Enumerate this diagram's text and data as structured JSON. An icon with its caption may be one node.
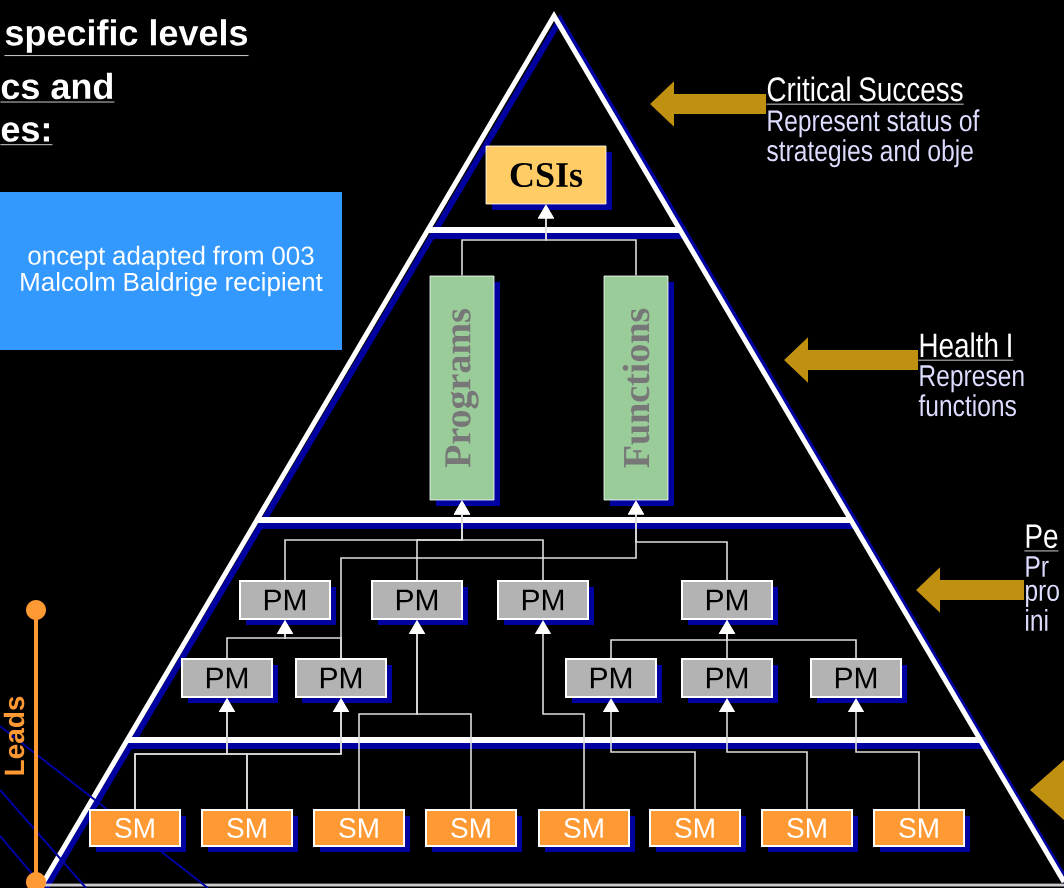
{
  "diagram": {
    "nodes": [
      {
        "text": [
          "oncept adapted from 003 Malcolm Baldrige recipient"
        ]
      },
      {
        "text": [
          "CSIs"
        ]
      },
      {
        "text": [
          "Programs"
        ]
      },
      {
        "text": [
          "Functions"
        ]
      },
      {
        "text": [
          "PM"
        ]
      },
      {
        "text": [
          "PM"
        ]
      },
      {
        "text": [
          "PM"
        ]
      },
      {
        "text": [
          "PM"
        ]
      },
      {
        "text": [
          "PM"
        ]
      },
      {
        "text": [
          "PM"
        ]
      },
      {
        "text": [
          "PM"
        ]
      },
      {
        "text": [
          "PM"
        ]
      },
      {
        "text": [
          "PM"
        ]
      },
      {
        "text": [
          "SM"
        ]
      },
      {
        "text": [
          "SM"
        ]
      },
      {
        "text": [
          "SM"
        ]
      },
      {
        "text": [
          "SM"
        ]
      },
      {
        "text": [
          "SM"
        ]
      },
      {
        "text": [
          "SM"
        ]
      },
      {
        "text": [
          "SM"
        ]
      },
      {
        "text": [
          "SM"
        ]
      },
      {
        "text": [
          "Critical Success",
          "Represent status of strategies and obje"
        ]
      },
      {
        "text": [
          "Health I",
          "Represen functions"
        ]
      },
      {
        "text": [
          "Pe",
          "Pr pro ini"
        ]
      }
    ],
    "edges": [
      {
        "from": 2,
        "to": 1,
        "arrow": "to"
      },
      {
        "from": 3,
        "to": 1,
        "arrow": "to"
      },
      {
        "from": 4,
        "to": 2,
        "arrow": "to"
      },
      {
        "from": 5,
        "to": 2,
        "arrow": "to"
      },
      {
        "from": 6,
        "to": 2,
        "arrow": "to"
      },
      {
        "from": 9,
        "to": 3,
        "arrow": "to"
      },
      {
        "from": 7,
        "to": 3,
        "arrow": "to"
      },
      {
        "from": 8,
        "to": 4,
        "arrow": "to"
      },
      {
        "from": 9,
        "to": 4,
        "arrow": "to"
      },
      {
        "from": 15,
        "to": 5,
        "arrow": "to"
      },
      {
        "from": 16,
        "to": 5,
        "arrow": "to"
      },
      {
        "from": 17,
        "to": 6,
        "arrow": "to"
      },
      {
        "from": 13,
        "to": 8,
        "arrow": "to"
      },
      {
        "from": 14,
        "to": 8,
        "arrow": "to"
      },
      {
        "from": 13,
        "to": 9,
        "arrow": "to"
      },
      {
        "from": 14,
        "to": 9,
        "arrow": "to"
      },
      {
        "from": 10,
        "to": 7,
        "arrow": "to"
      },
      {
        "from": 11,
        "to": 7,
        "arrow": "to"
      },
      {
        "from": 12,
        "to": 7,
        "arrow": "to"
      },
      {
        "from": 18,
        "to": 10,
        "arrow": "to"
      },
      {
        "from": 19,
        "to": 11,
        "arrow": "to"
      },
      {
        "from": 20,
        "to": 12,
        "arrow": "to"
      },
      {
        "from": 21,
        "to": null,
        "arrow": "to",
        "style": "thick",
        "color": "#c09010"
      },
      {
        "from": 22,
        "to": null,
        "arrow": "to",
        "style": "thick",
        "color": "#c09010"
      },
      {
        "from": 23,
        "to": null,
        "arrow": "to",
        "style": "thick",
        "color": "#c09010"
      }
    ],
    "labels": [
      "specific levels",
      "cs and",
      "es:",
      "Leads"
    ]
  }
}
